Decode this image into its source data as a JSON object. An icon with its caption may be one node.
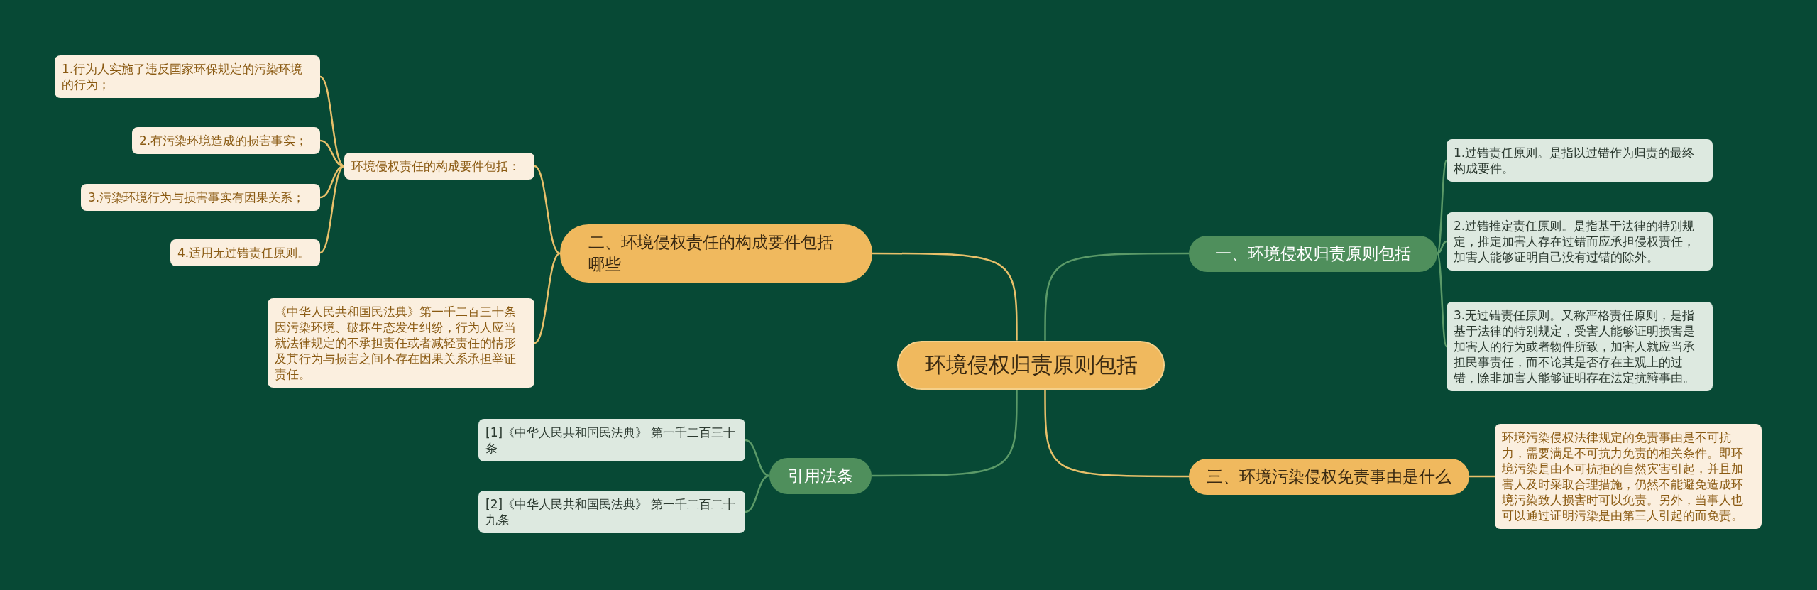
{
  "diagram": {
    "nodes": [
      {
        "text": [
          "环境侵权归责原则包括"
        ]
      },
      {
        "text": [
          "一、环境侵权归责原则包括"
        ]
      },
      {
        "text": [
          "1.过错责任原则。是指以过错作为归责的最终构成要件。"
        ]
      },
      {
        "text": [
          "2.过错推定责任原则。是指基于法律的特别规定，推定加害人存在过错而应承担侵权责任，加害人能够证明自己没有过错的除外。"
        ]
      },
      {
        "text": [
          "3.无过错责任原则。又称严格责任原则，是指基于法律的特别规定，受害人能够证明损害是加害人的行为或者物件所致，加害人就应当承担民事责任，而不论其是否存在主观上的过错，除非加害人能够证明存在法定抗辩事由。"
        ]
      },
      {
        "text": [
          "二、环境侵权责任的构成要件包括哪些"
        ]
      },
      {
        "text": [
          "环境侵权责任的构成要件包括："
        ]
      },
      {
        "text": [
          "1.行为人实施了违反国家环保规定的污染环境的行为；"
        ]
      },
      {
        "text": [
          "2.有污染环境造成的损害事实；"
        ]
      },
      {
        "text": [
          "3.污染环境行为与损害事实有因果关系；"
        ]
      },
      {
        "text": [
          "4.适用无过错责任原则。"
        ]
      },
      {
        "text": [
          "《中华人民共和国民法典》第一千二百三十条因污染环境、破坏生态发生纠纷，行为人应当就法律规定的不承担责任或者减轻责任的情形及其行为与损害之间不存在因果关系承担举证责任。"
        ]
      },
      {
        "text": [
          "三、环境污染侵权免责事由是什么"
        ]
      },
      {
        "text": [
          "环境污染侵权法律规定的免责事由是不可抗力，需要满足不可抗力免责的相关条件。即环境污染是由不可抗拒的自然灾害引起，并且加害人及时采取合理措施，仍然不能避免造成环境污染致人损害时可以免责。另外，当事人也可以通过证明污染是由第三人引起的而免责。"
        ]
      },
      {
        "text": [
          "引用法条"
        ]
      },
      {
        "text": [
          "[1]《中华人民共和国民法典》 第一千二百三十条"
        ]
      },
      {
        "text": [
          "[2]《中华人民共和国民法典》 第一千二百二十九条"
        ]
      }
    ],
    "edges": [
      {
        "from": 0,
        "to": 1,
        "arrow": "none",
        "color": "#5b9a68"
      },
      {
        "from": 1,
        "to": 2,
        "arrow": "none",
        "color": "#5b9a68"
      },
      {
        "from": 1,
        "to": 3,
        "arrow": "none",
        "color": "#5b9a68"
      },
      {
        "from": 1,
        "to": 4,
        "arrow": "none",
        "color": "#5b9a68"
      },
      {
        "from": 0,
        "to": 5,
        "arrow": "none"
      },
      {
        "from": 5,
        "to": 6,
        "arrow": "none"
      },
      {
        "from": 6,
        "to": 7,
        "arrow": "none"
      },
      {
        "from": 6,
        "to": 8,
        "arrow": "none"
      },
      {
        "from": 6,
        "to": 9,
        "arrow": "none"
      },
      {
        "from": 6,
        "to": 10,
        "arrow": "none"
      },
      {
        "from": 5,
        "to": 11,
        "arrow": "none"
      },
      {
        "from": 0,
        "to": 12,
        "arrow": "none"
      },
      {
        "from": 12,
        "to": 13,
        "arrow": "none"
      },
      {
        "from": 0,
        "to": 14,
        "arrow": "none",
        "color": "#5b9a68"
      },
      {
        "from": 14,
        "to": 15,
        "arrow": "none",
        "color": "#5b9a68"
      },
      {
        "from": 14,
        "to": 16,
        "arrow": "none",
        "color": "#5b9a68"
      }
    ]
  }
}
